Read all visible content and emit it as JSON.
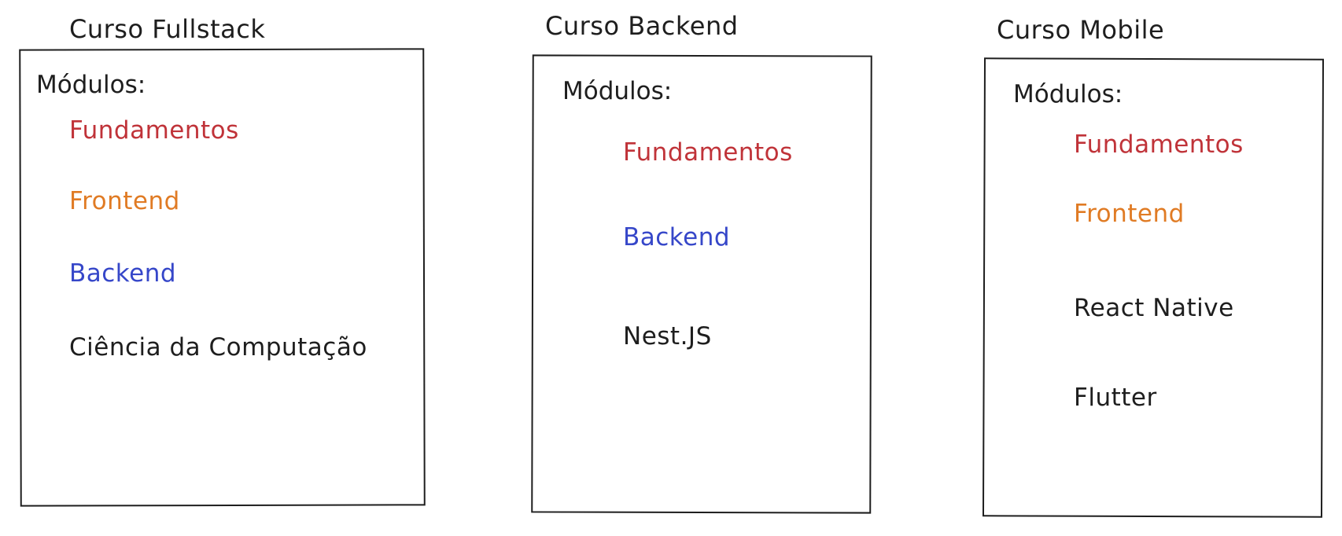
{
  "colors": {
    "ink": "#1e1e1e",
    "fundamentos": "#c03339",
    "frontend": "#e07b24",
    "backend": "#3647c9"
  },
  "courses": [
    {
      "title": "Curso Fullstack",
      "modules_label": "Módulos:",
      "modules": [
        {
          "label": "Fundamentos",
          "color": "#c03339"
        },
        {
          "label": "Frontend",
          "color": "#e07b24"
        },
        {
          "label": "Backend",
          "color": "#3647c9"
        },
        {
          "label": "Ciência da Computação",
          "color": "#1e1e1e"
        }
      ]
    },
    {
      "title": "Curso Backend",
      "modules_label": "Módulos:",
      "modules": [
        {
          "label": "Fundamentos",
          "color": "#c03339"
        },
        {
          "label": "Backend",
          "color": "#3647c9"
        },
        {
          "label": "Nest.JS",
          "color": "#1e1e1e"
        }
      ]
    },
    {
      "title": "Curso Mobile",
      "modules_label": "Módulos:",
      "modules": [
        {
          "label": "Fundamentos",
          "color": "#c03339"
        },
        {
          "label": "Frontend",
          "color": "#e07b24"
        },
        {
          "label": "React Native",
          "color": "#1e1e1e"
        },
        {
          "label": "Flutter",
          "color": "#1e1e1e"
        }
      ]
    }
  ]
}
